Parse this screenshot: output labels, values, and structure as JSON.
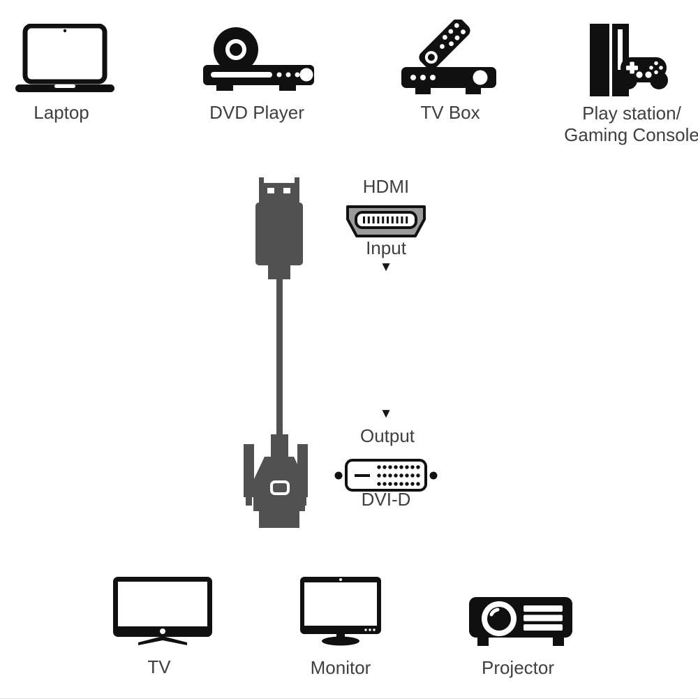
{
  "title": "HDMI to DVI-D adapter connection diagram",
  "colors": {
    "icon_black": "#101010",
    "cable_gray": "#515151",
    "hdmi_port_gray": "#9b9b9b",
    "label_text": "#3f3f3f",
    "background": "#ffffff"
  },
  "sources": [
    {
      "id": "laptop",
      "label": "Laptop"
    },
    {
      "id": "dvd-player",
      "label": "DVD Player"
    },
    {
      "id": "tv-box",
      "label": "TV Box"
    },
    {
      "id": "playstation",
      "label_line1": "Play station/",
      "label_line2": "Gaming Console"
    }
  ],
  "connector": {
    "top_label": "HDMI",
    "top_sublabel": "Input",
    "bottom_sublabel": "Output",
    "bottom_label": "DVI-D",
    "arrow_glyph": "▼"
  },
  "outputs": [
    {
      "id": "tv",
      "label": "TV"
    },
    {
      "id": "monitor",
      "label": "Monitor"
    },
    {
      "id": "projector",
      "label": "Projector"
    }
  ]
}
